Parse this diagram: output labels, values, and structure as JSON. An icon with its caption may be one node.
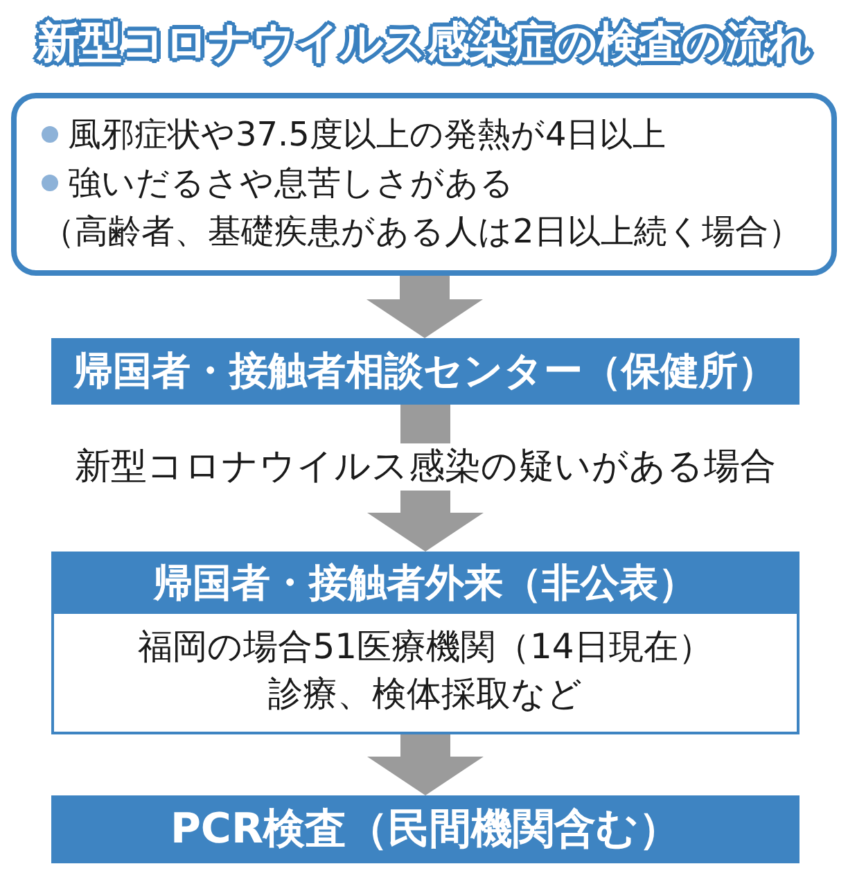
{
  "diagram": {
    "title": "新型コロナウイルス感染症の検査の流れ",
    "nodes": [
      {
        "text": [
          "風邪症状や37.5度以上の発熱が4日以上",
          "強いだるさや息苦しさがある",
          "（高齢者、基礎疾患がある人は2日以上続く場合）"
        ]
      },
      {
        "text": [
          "帰国者・接触者相談センター（保健所）"
        ]
      },
      {
        "text": [
          "帰国者・接触者外来（非公表）",
          "福岡の場合51医療機関（14日現在）",
          "診療、検体採取など"
        ]
      },
      {
        "text": [
          "PCR検査（民間機関含む）"
        ]
      }
    ],
    "edges": [
      {
        "from": 0,
        "to": 1,
        "arrow": "to"
      },
      {
        "from": 1,
        "to": 2,
        "arrow": "to",
        "label": "新型コロナウイルス感染の疑いがある場合"
      },
      {
        "from": 2,
        "to": 3,
        "arrow": "to"
      }
    ]
  }
}
